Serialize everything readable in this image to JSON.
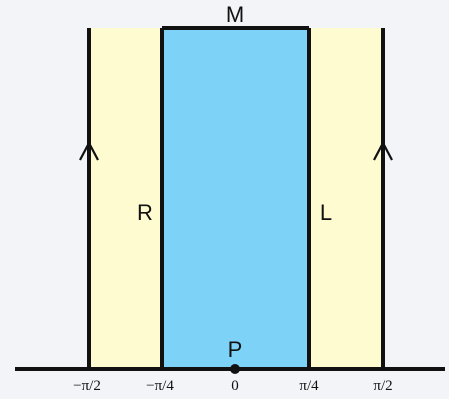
{
  "labels": {
    "top": "M",
    "bottom": "P",
    "left_region": "R",
    "right_region": "L"
  },
  "ticks": [
    "−π/2",
    "−π/4",
    "0",
    "π/4",
    "π/2"
  ],
  "colors": {
    "outer_strip": "#fffbd0",
    "center_strip": "#7dd3f7",
    "line": "#111111",
    "background": "#f2f4f8"
  },
  "icons": {
    "left_arrow": "upward-arrow-icon",
    "right_arrow": "upward-arrow-icon",
    "origin_point": "dot-icon"
  }
}
